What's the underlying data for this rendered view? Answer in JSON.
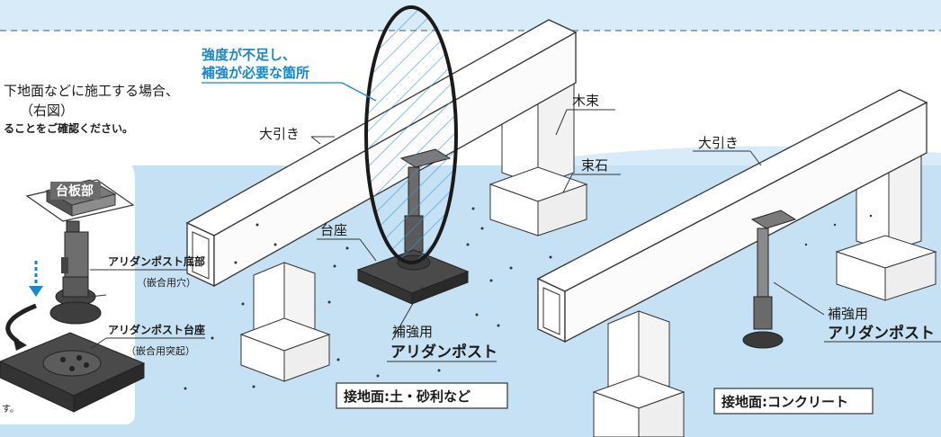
{
  "callout": {
    "line1": "強度が不足し、",
    "line2": "補強が必要な箇所"
  },
  "intro": {
    "line1": "下地面などに施工する場合、",
    "line2": "（右図）",
    "line3": "ることをご確認ください。"
  },
  "left_panel": {
    "base_plate_label": "台板部",
    "post_bottom_label": "アリダンポスト底部",
    "post_bottom_sub": "（嵌合用穴）",
    "post_seat_label": "アリダンポスト台座",
    "post_seat_sub": "（嵌合用突起）",
    "footnote": "す。"
  },
  "scene_soil": {
    "beam_label": "大引き",
    "post_label": "木束",
    "stone_label": "束石",
    "seat_label": "台座",
    "reinforce_label_1": "補強用",
    "reinforce_label_2": "アリダンポスト",
    "ground_label": "接地面:土・砂利など"
  },
  "scene_concrete": {
    "beam_label": "大引き",
    "reinforce_label_1": "補強用",
    "reinforce_label_2": "アリダンポスト",
    "ground_label": "接地面:コンクリート"
  },
  "colors": {
    "accent_blue": "#1a86d0",
    "band_light": "#d7ebf8",
    "band_mid": "#c4e0f4"
  }
}
